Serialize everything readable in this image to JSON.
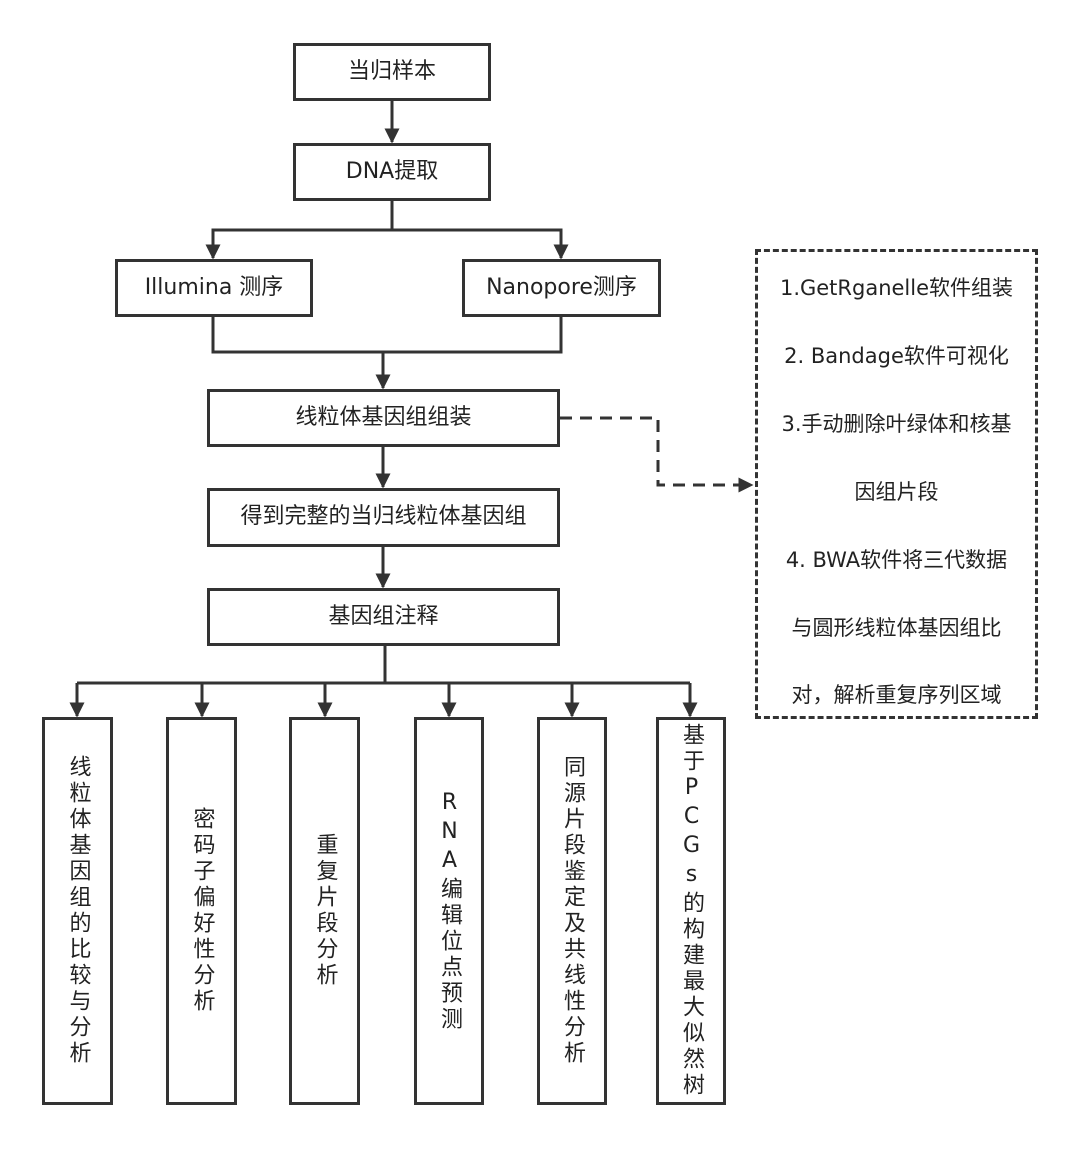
{
  "colors": {
    "stroke": "#333333",
    "text": "#222222",
    "background": "#ffffff"
  },
  "nodes": {
    "sample": "当归样本",
    "dna_extraction": "DNA提取",
    "illumina": "Illumina 测序",
    "nanopore": "Nanopore测序",
    "assembly": "线粒体基因组组装",
    "complete_genome": "得到完整的当归线粒体基因组",
    "annotation": "基因组注释"
  },
  "analyses": [
    "线粒体基因组的比较与分析",
    "密码子偏好性分析",
    "重复片段分析",
    "RNA编辑位点预测",
    "同源片段鉴定及共线性分析",
    "基于PCGs的构建最大似然树"
  ],
  "notes": [
    "1.GetRganelle软件组装",
    "2. Bandage软件可视化",
    "3.手动删除叶绿体和核基",
    "因组片段",
    "4. BWA软件将三代数据",
    "与圆形线粒体基因组比",
    "对，解析重复序列区域"
  ]
}
